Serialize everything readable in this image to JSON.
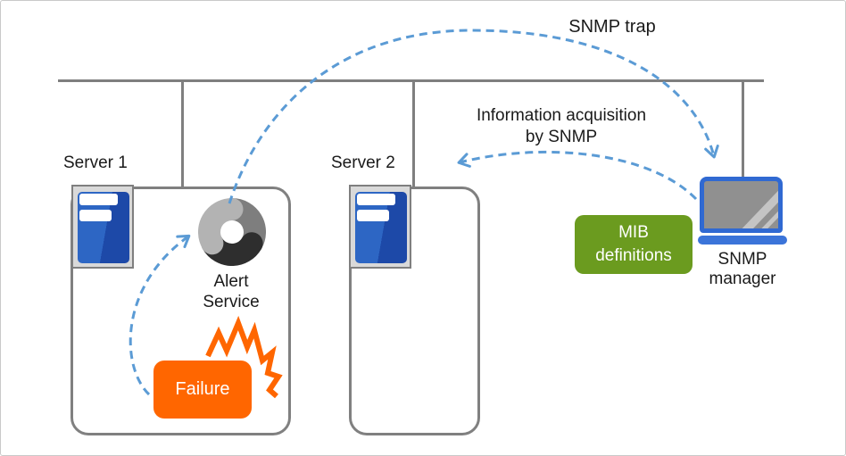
{
  "annotations": {
    "snmp_trap": {
      "label": "SNMP trap"
    },
    "info_acquisition": {
      "line1": "Information acquisition",
      "line2": "by SNMP"
    }
  },
  "nodes": {
    "server1": {
      "label": "Server 1"
    },
    "server2": {
      "label": "Server 2"
    },
    "alert_service": {
      "line1": "Alert",
      "line2": "Service"
    },
    "failure": {
      "label": "Failure"
    },
    "mib": {
      "line1": "MIB",
      "line2": "definitions"
    },
    "snmp_manager": {
      "line1": "SNMP",
      "line2": "manager"
    }
  },
  "colors": {
    "arrow_blue": "#5b9bd5",
    "network_line_gray": "#7f7f7f",
    "box_border_gray": "#808080",
    "failure_orange": "#ff6600",
    "mib_green": "#6b9b1f",
    "laptop_blue": "#3069d2",
    "laptop_screen_gray": "#909090",
    "server_icon_blue_light": "#2d66c4",
    "server_icon_blue_dark": "#1d49a8",
    "donut_light": "#b3b3b3",
    "donut_mid": "#7e7e7e",
    "donut_dark": "#2e2e2e"
  }
}
